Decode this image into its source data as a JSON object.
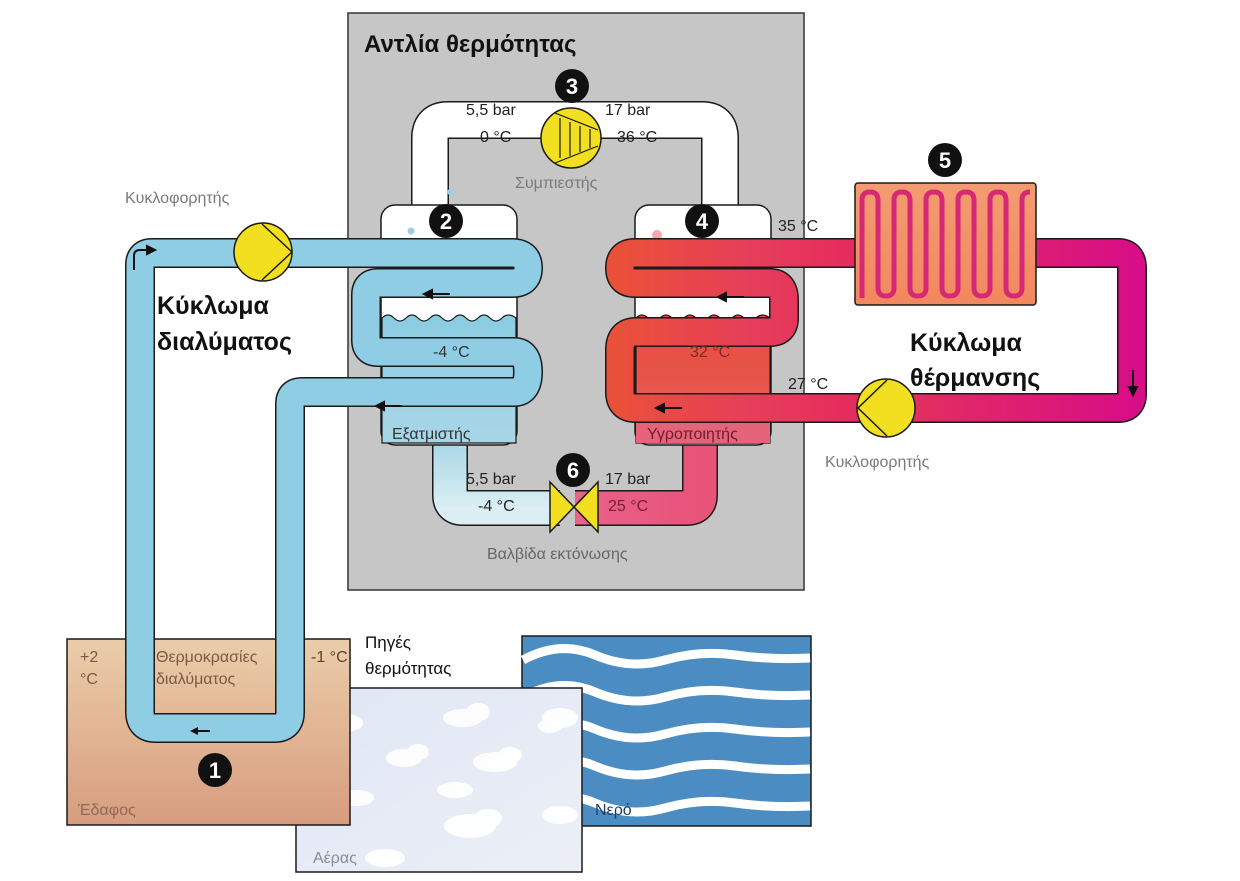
{
  "title": "Αντλία θερμότητας",
  "colors": {
    "brine": "#8ecde4",
    "hot": "#e8473e",
    "heating": "#d91f7e",
    "pump_box": "#c6c6c6",
    "yellow": "#f2e020",
    "ground": "#e2b994",
    "water": "#4b8dc3",
    "air": "#e4ebf6"
  },
  "markers": {
    "m1": "1",
    "m2": "2",
    "m3": "3",
    "m4": "4",
    "m5": "5",
    "m6": "6"
  },
  "compressor": {
    "label": "Συμπιεστής",
    "in_pressure": "5,5 bar",
    "in_temp": "0 °C",
    "out_pressure": "17 bar",
    "out_temp": "36 °C"
  },
  "evaporator": {
    "label": "Εξατμιστής",
    "temp": "-4 °C"
  },
  "condenser": {
    "label": "Υγροποιητής",
    "temp": "32 °C"
  },
  "expansion_valve": {
    "label": "Βαλβίδα εκτόνωσης",
    "in_pressure": "17 bar",
    "in_temp": "25 °C",
    "out_pressure": "5,5 bar",
    "out_temp": "-4 °C"
  },
  "brine_circuit": {
    "label_line1": "Κύκλωμα",
    "label_line2": "διαλύματος",
    "pump_label": "Κυκλοφορητής"
  },
  "heating_circuit": {
    "label_line1": "Κύκλωμα",
    "label_line2": "θέρμανσης",
    "pump_label": "Κυκλοφορητής",
    "supply_temp": "35 °C",
    "return_temp": "27 °C"
  },
  "ground": {
    "label": "Έδαφος",
    "soil_temp_line1": "+2",
    "soil_temp_line2": "°C",
    "brine_temp_label_line1": "Θερμοκρασίες",
    "brine_temp_label_line2": "διαλύματος",
    "brine_return_temp": "-1 °C"
  },
  "heat_sources": {
    "label_line1": "Πηγές",
    "label_line2": "θερμότητας",
    "air_label": "Αέρας",
    "water_label": "Νερό"
  }
}
